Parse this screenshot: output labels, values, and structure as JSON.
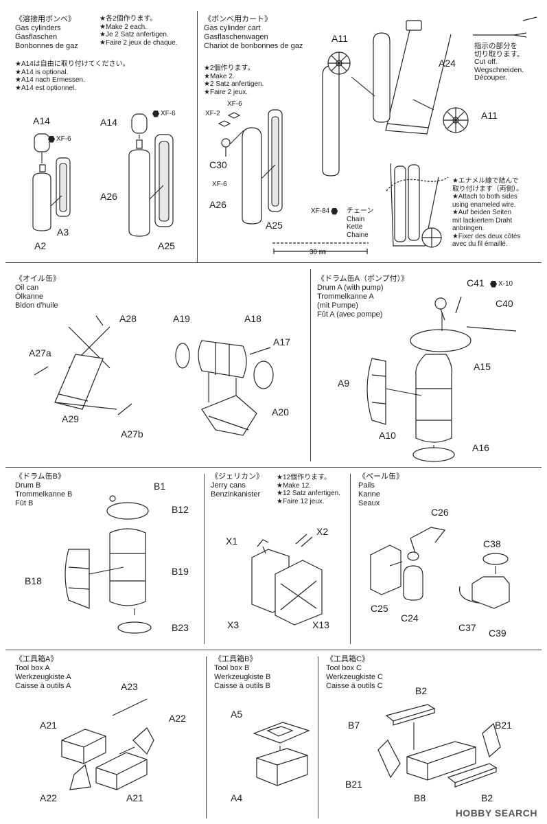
{
  "sections": {
    "gas_cylinders": {
      "title": [
        "《溶接用ボンベ》",
        "Gas cylinders",
        "Gasflaschen",
        "Bonbonnes de gaz"
      ],
      "note1": [
        "★各2個作ります。",
        "★Make 2 each.",
        "★Je 2 Satz anfertigen.",
        "★Faire 2 jeux de chaque."
      ],
      "note2": [
        "★A14は自由に取り付けてください。",
        "★A14 is optional.",
        "★A14 nach Ermessen.",
        "★A14 est optionnel."
      ],
      "labels": {
        "a14_left": "A14",
        "xf6_left": "XF-6",
        "a2": "A2",
        "a3": "A3",
        "a14_right": "A14",
        "xf6_right": "XF-6",
        "a26": "A26",
        "a25": "A25"
      }
    },
    "cylinder_cart": {
      "title": [
        "《ボンベ用カート》",
        "Gas cylinder cart",
        "Gasflaschenwagen",
        "Chariot de bonbonnes de gaz"
      ],
      "note1": [
        "★2個作ります。",
        "★Make 2.",
        "★2 Satz anfertigen.",
        "★Faire 2 jeux."
      ],
      "cut_note": [
        "指示の部分を",
        "切り取ります。",
        "Cut off.",
        "Wegschneiden.",
        "Découper."
      ],
      "wire_note": [
        "★エナメル線で結んで",
        "取り付けます（両側）。",
        "★Attach to both sides",
        "using enameled wire.",
        "★Auf beiden Seiten",
        "mit lackiertem Draht",
        "anbringen.",
        "★Fixer des deux côtés",
        "avec du fil émaillé."
      ],
      "chain": [
        "チェーン",
        "Chain",
        "Kette",
        "Chaine"
      ],
      "chain_paint": "XF-84",
      "scale": "30 ㎜",
      "labels": {
        "xf6_top": "XF-6",
        "xf2": "XF-2",
        "c30": "C30",
        "xf6_bottom": "XF-6",
        "a26": "A26",
        "a25": "A25",
        "a11_left": "A11",
        "a24": "A24",
        "a11_right": "A11"
      }
    },
    "oil_can": {
      "title": [
        "《オイル缶》",
        "Oil can",
        "Ölkanne",
        "Bidon d'huile"
      ],
      "labels": {
        "a28": "A28",
        "a27a": "A27a",
        "a29": "A29",
        "a27b": "A27b",
        "a19": "A19",
        "a18": "A18",
        "a17": "A17",
        "a20": "A20"
      }
    },
    "drum_a": {
      "title": [
        "《ドラム缶A（ポンプ付）》",
        "Drum A (with pump)",
        "Trommelkanne A",
        "(mit Pumpe)",
        "Fût A (avec pompe)"
      ],
      "labels": {
        "c41": "C41",
        "x10": "X-10",
        "c40": "C40",
        "a15": "A15",
        "a9": "A9",
        "a10": "A10",
        "a16": "A16"
      }
    },
    "drum_b": {
      "title": [
        "《ドラム缶B》",
        "Drum B",
        "Trommelkanne B",
        "Fût B"
      ],
      "labels": {
        "b1": "B1",
        "b12": "B12",
        "b18": "B18",
        "b19": "B19",
        "b23": "B23"
      }
    },
    "jerry_cans": {
      "title": [
        "《ジェリカン》",
        "Jerry cans",
        "Benzinkanister"
      ],
      "note": [
        "★12個作ります。",
        "★Make 12.",
        "★12 Satz anfertigen.",
        "★Faire 12 jeux."
      ],
      "labels": {
        "x1": "X1",
        "x2": "X2",
        "x3": "X3",
        "x13": "X13"
      }
    },
    "pails": {
      "title": [
        "《ペール缶》",
        "Pails",
        "Kanne",
        "Seaux"
      ],
      "labels": {
        "c26": "C26",
        "c38": "C38",
        "c25": "C25",
        "c24": "C24",
        "c37": "C37",
        "c39": "C39"
      }
    },
    "tool_box_a": {
      "title": [
        "《工具箱A》",
        "Tool box A",
        "Werkzeugkiste A",
        "Caisse à outils A"
      ],
      "labels": {
        "a23": "A23",
        "a21_top": "A21",
        "a22_right": "A22",
        "a22_bottom": "A22",
        "a21_bottom": "A21"
      }
    },
    "tool_box_b": {
      "title": [
        "《工具箱B》",
        "Tool box B",
        "Werkzeugkiste B",
        "Caisse à outils B"
      ],
      "labels": {
        "a5": "A5",
        "a4": "A4"
      }
    },
    "tool_box_c": {
      "title": [
        "《工具箱C》",
        "Tool box C",
        "Werkzeugkiste C",
        "Caisse à outils C"
      ],
      "labels": {
        "b2_top": "B2",
        "b7": "B7",
        "b21_right": "B21",
        "b21_left": "B21",
        "b8": "B8",
        "b2_bottom": "B2"
      }
    }
  },
  "watermark": "HOBBY SEARCH"
}
